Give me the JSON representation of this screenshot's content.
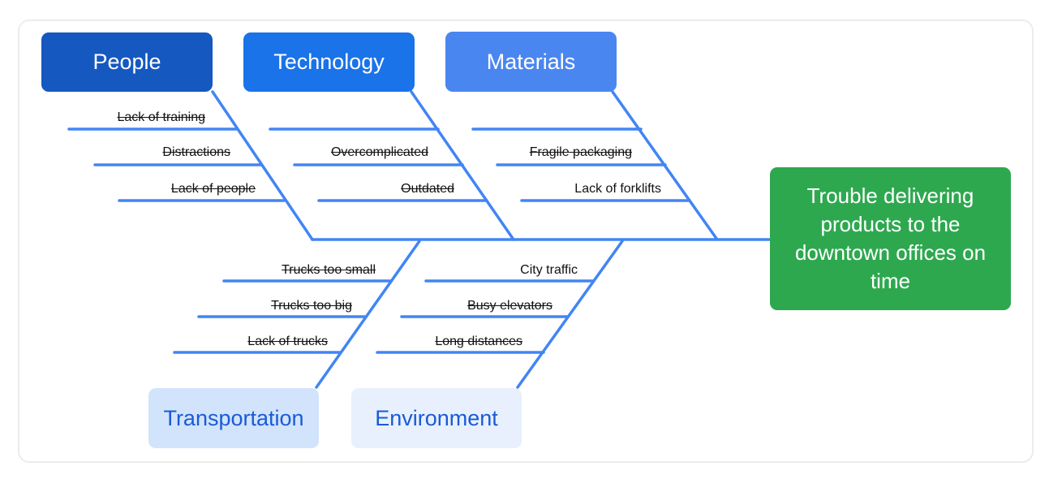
{
  "effect": "Trouble delivering products to the downtown offices on time",
  "categories": {
    "people": {
      "label": "People",
      "causes": [
        "Lack of training",
        "Distractions",
        "Lack of people"
      ]
    },
    "technology": {
      "label": "Technology",
      "causes": [
        "Overcomplicated",
        "Outdated"
      ]
    },
    "materials": {
      "label": "Materials",
      "causes": [
        "Fragile packaging",
        "Lack of forklifts"
      ]
    },
    "transportation": {
      "label": "Transportation",
      "causes": [
        "Trucks too small",
        "Trucks too big",
        "Lack of trucks"
      ]
    },
    "environment": {
      "label": "Environment",
      "causes": [
        "City traffic",
        "Busy elevators",
        "Long distances"
      ]
    }
  },
  "colors": {
    "line": "#4285f4",
    "people": "#1558c0",
    "technology": "#1a73e8",
    "materials": "#4a86f0",
    "transportation_bg": "#d2e3fc",
    "environment_bg": "#e8f0fe",
    "effect": "#2ea84f"
  }
}
